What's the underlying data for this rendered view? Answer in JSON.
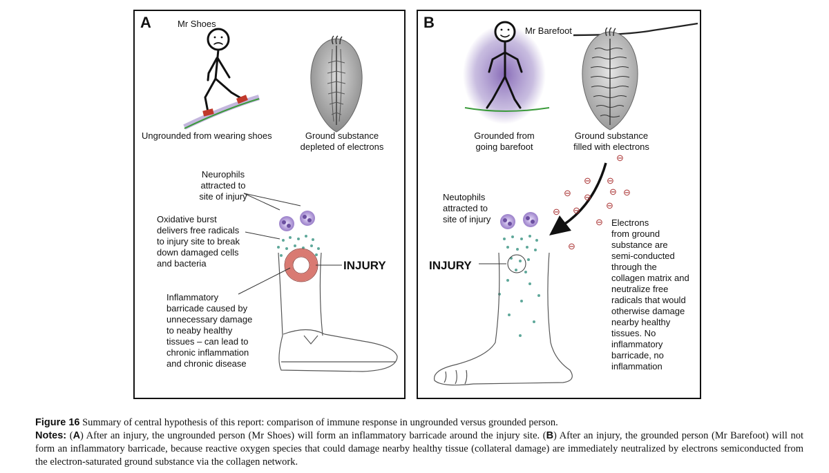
{
  "panel_a": {
    "label": "A",
    "person_name": "Mr Shoes",
    "person_caption": "Ungrounded from wearing shoes",
    "substance_caption": [
      "Ground substance",
      "depleted of electrons"
    ],
    "neutrophils_label": [
      "Neurophils",
      "attracted to",
      "site of injury"
    ],
    "oxidative_label": [
      "Oxidative burst",
      "delivers free radicals",
      "to injury site to break",
      "down damaged cells",
      "and bacteria"
    ],
    "injury_label": "INJURY",
    "barricade_label": [
      "Inflammatory",
      "barricade caused by",
      "unnecessary damage",
      "to neaby healthy",
      "tissues – can lead to",
      "chronic inflammation",
      "and chronic disease"
    ]
  },
  "panel_b": {
    "label": "B",
    "person_name": "Mr Barefoot",
    "person_caption": [
      "Grounded from",
      "going barefoot"
    ],
    "substance_caption": [
      "Ground substance",
      "filled with electrons"
    ],
    "neutrophils_label": [
      "Neutophils",
      "attracted to",
      "site of injury"
    ],
    "injury_label": "INJURY",
    "electron_symbol": "⊖",
    "electrons_label": [
      "Electrons",
      "from ground",
      "substance are",
      "semi-conducted",
      "through the",
      "collagen matrix and",
      "neutralize free",
      "radicals that would",
      "otherwise damage",
      "nearby healthy",
      "tissues. No",
      "inflammatory",
      "barricade, no",
      "inflammation"
    ]
  },
  "caption": {
    "figure_label": "Figure 16",
    "figure_text": " Summary of central hypothesis of this report: comparison of immune response in ungrounded versus grounded person.",
    "notes_label": "Notes:",
    "notes_a_pre": " (",
    "notes_a_letter": "A",
    "notes_a_text": ") After an injury, the ungrounded person (Mr Shoes) will form an inflammatory barricade around the injury site. (",
    "notes_b_letter": "B",
    "notes_b_text": ") After an injury, the grounded person (Mr Barefoot) will not form an inflammatory barricade, because reactive oxygen species that could damage nearby healthy tissue (collateral damage) are immediately neutralized by electrons semiconducted from the electron-saturated ground substance via the collagen network."
  },
  "colors": {
    "purple_glow": "#7b5bb0",
    "ground_green": "#3a9a3a",
    "shoe_red": "#c0392b",
    "dot_teal": "#5fa89a",
    "inflammation_red": "#d97a72"
  }
}
